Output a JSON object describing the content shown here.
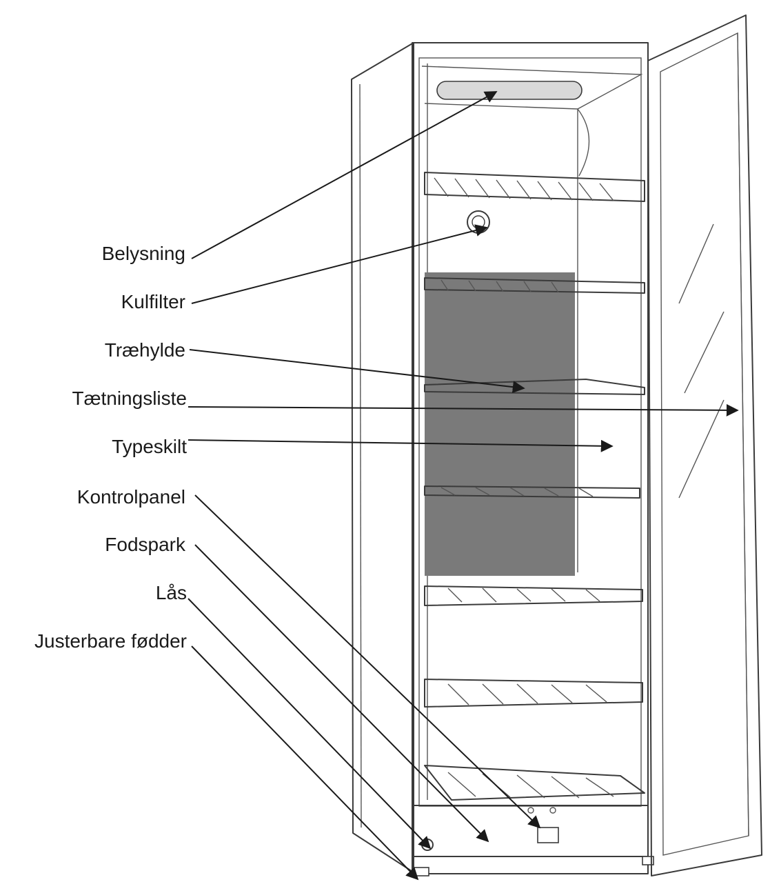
{
  "labels": {
    "belysning": "Belysning",
    "kulfilter": "Kulfilter",
    "traehylde": "Træhylde",
    "taetningsliste": "Tætningsliste",
    "typeskilt": "Typeskilt",
    "kontrolpanel": "Kontrolpanel",
    "fodspark": "Fodspark",
    "laas": "Lås",
    "justerbare_foedder": "Justerbare fødder"
  },
  "colors": {
    "line": "#3a3a3a",
    "panel": "#7a7a7a",
    "light": "#d9d9d9",
    "text": "#1a1a1a"
  }
}
